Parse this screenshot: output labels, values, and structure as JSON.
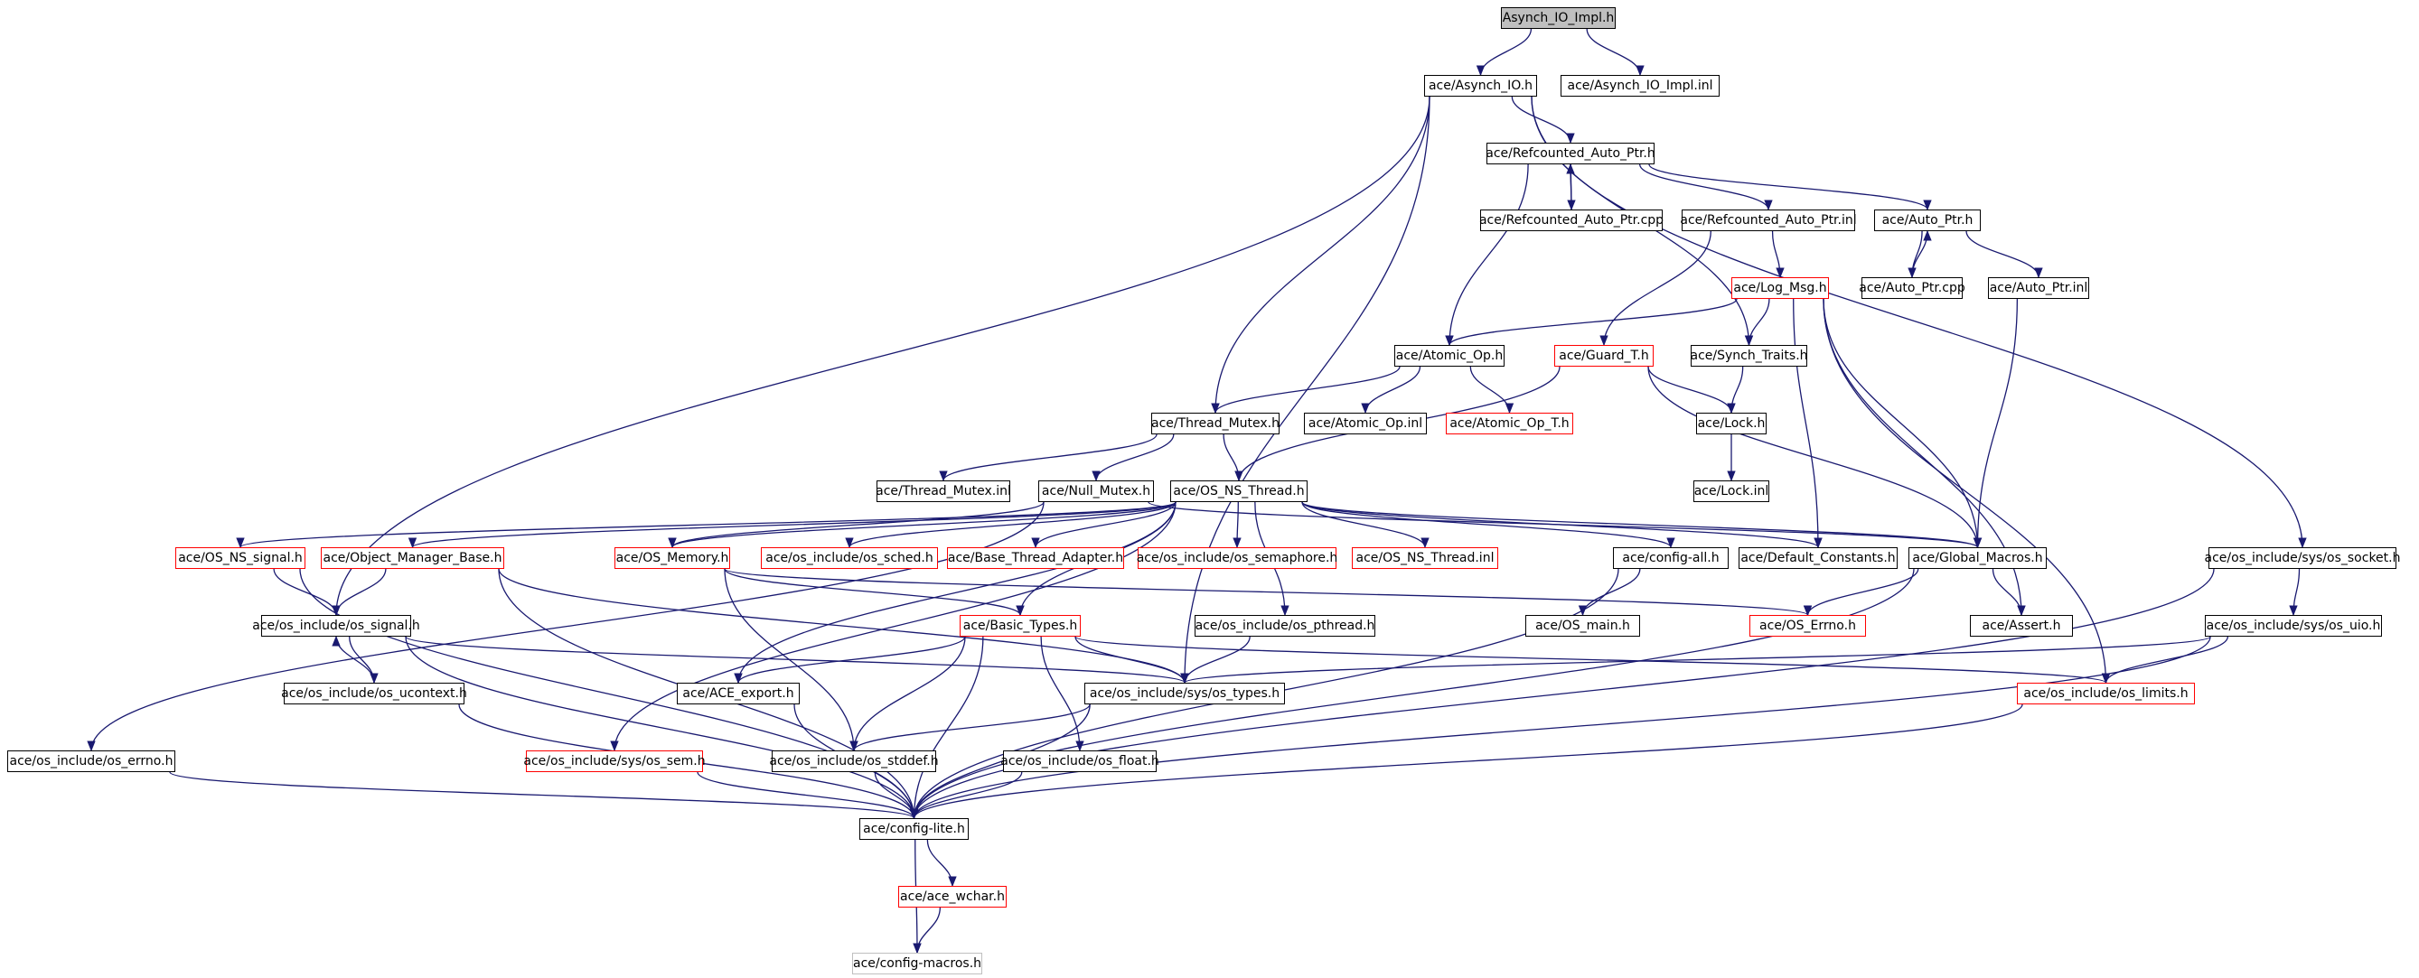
{
  "diagram": {
    "title": "",
    "colors": {
      "edge": "#191970",
      "node_border": "#000000",
      "incomplete_border": "#ff0000",
      "missing_border": "#bfbfbf",
      "root_fill": "#bfbfbf"
    },
    "nodes": [
      {
        "id": "root",
        "label": "Asynch_IO_Impl.h",
        "style": "root"
      },
      {
        "id": "asynch_io",
        "label": "ace/Asynch_IO.h",
        "style": "normal"
      },
      {
        "id": "asynch_impl_inl",
        "label": "ace/Asynch_IO_Impl.inl",
        "style": "normal"
      },
      {
        "id": "refptr_h",
        "label": "ace/Refcounted_Auto_Ptr.h",
        "style": "normal"
      },
      {
        "id": "refptr_cpp",
        "label": "ace/Refcounted_Auto_Ptr.cpp",
        "style": "normal"
      },
      {
        "id": "refptr_inl",
        "label": "ace/Refcounted_Auto_Ptr.inl",
        "style": "normal"
      },
      {
        "id": "autoptr_h",
        "label": "ace/Auto_Ptr.h",
        "style": "normal"
      },
      {
        "id": "autoptr_cpp",
        "label": "ace/Auto_Ptr.cpp",
        "style": "normal"
      },
      {
        "id": "autoptr_inl",
        "label": "ace/Auto_Ptr.inl",
        "style": "normal"
      },
      {
        "id": "logmsg",
        "label": "ace/Log_Msg.h",
        "style": "red"
      },
      {
        "id": "atomic_h",
        "label": "ace/Atomic_Op.h",
        "style": "normal"
      },
      {
        "id": "guard_t",
        "label": "ace/Guard_T.h",
        "style": "red"
      },
      {
        "id": "synch_traits",
        "label": "ace/Synch_Traits.h",
        "style": "normal"
      },
      {
        "id": "thread_mutex",
        "label": "ace/Thread_Mutex.h",
        "style": "normal"
      },
      {
        "id": "atomic_inl",
        "label": "ace/Atomic_Op.inl",
        "style": "normal"
      },
      {
        "id": "atomic_t",
        "label": "ace/Atomic_Op_T.h",
        "style": "red"
      },
      {
        "id": "lock_h",
        "label": "ace/Lock.h",
        "style": "normal"
      },
      {
        "id": "thread_mutex_inl",
        "label": "ace/Thread_Mutex.inl",
        "style": "normal"
      },
      {
        "id": "null_mutex",
        "label": "ace/Null_Mutex.h",
        "style": "normal"
      },
      {
        "id": "os_ns_thread",
        "label": "ace/OS_NS_Thread.h",
        "style": "normal"
      },
      {
        "id": "lock_inl",
        "label": "ace/Lock.inl",
        "style": "normal"
      },
      {
        "id": "os_ns_signal",
        "label": "ace/OS_NS_signal.h",
        "style": "red"
      },
      {
        "id": "obj_mgr_base",
        "label": "ace/Object_Manager_Base.h",
        "style": "red"
      },
      {
        "id": "os_memory",
        "label": "ace/OS_Memory.h",
        "style": "red"
      },
      {
        "id": "os_sched",
        "label": "ace/os_include/os_sched.h",
        "style": "red"
      },
      {
        "id": "base_thread_adapter",
        "label": "ace/Base_Thread_Adapter.h",
        "style": "red"
      },
      {
        "id": "os_semaphore",
        "label": "ace/os_include/os_semaphore.h",
        "style": "red"
      },
      {
        "id": "os_ns_thread_inl",
        "label": "ace/OS_NS_Thread.inl",
        "style": "red"
      },
      {
        "id": "config_all",
        "label": "ace/config-all.h",
        "style": "normal"
      },
      {
        "id": "default_constants",
        "label": "ace/Default_Constants.h",
        "style": "normal"
      },
      {
        "id": "global_macros",
        "label": "ace/Global_Macros.h",
        "style": "normal"
      },
      {
        "id": "os_socket",
        "label": "ace/os_include/sys/os_socket.h",
        "style": "normal"
      },
      {
        "id": "os_signal",
        "label": "ace/os_include/os_signal.h",
        "style": "normal"
      },
      {
        "id": "basic_types",
        "label": "ace/Basic_Types.h",
        "style": "red"
      },
      {
        "id": "os_pthread",
        "label": "ace/os_include/os_pthread.h",
        "style": "normal"
      },
      {
        "id": "os_main",
        "label": "ace/OS_main.h",
        "style": "normal"
      },
      {
        "id": "os_errno_cap",
        "label": "ace/OS_Errno.h",
        "style": "red"
      },
      {
        "id": "assert_h",
        "label": "ace/Assert.h",
        "style": "normal"
      },
      {
        "id": "os_uio",
        "label": "ace/os_include/sys/os_uio.h",
        "style": "normal"
      },
      {
        "id": "os_ucontext",
        "label": "ace/os_include/os_ucontext.h",
        "style": "normal"
      },
      {
        "id": "ace_export",
        "label": "ace/ACE_export.h",
        "style": "normal"
      },
      {
        "id": "os_types",
        "label": "ace/os_include/sys/os_types.h",
        "style": "normal"
      },
      {
        "id": "os_limits",
        "label": "ace/os_include/os_limits.h",
        "style": "red"
      },
      {
        "id": "os_errno",
        "label": "ace/os_include/os_errno.h",
        "style": "normal"
      },
      {
        "id": "os_sem",
        "label": "ace/os_include/sys/os_sem.h",
        "style": "red"
      },
      {
        "id": "os_stddef",
        "label": "ace/os_include/os_stddef.h",
        "style": "normal"
      },
      {
        "id": "os_float",
        "label": "ace/os_include/os_float.h",
        "style": "normal"
      },
      {
        "id": "config_lite",
        "label": "ace/config-lite.h",
        "style": "normal"
      },
      {
        "id": "ace_wchar",
        "label": "ace/ace_wchar.h",
        "style": "red"
      },
      {
        "id": "config_macros",
        "label": "ace/config-macros.h",
        "style": "gray"
      }
    ],
    "edges": [
      [
        "root",
        "asynch_io"
      ],
      [
        "root",
        "asynch_impl_inl"
      ],
      [
        "asynch_io",
        "refptr_h"
      ],
      [
        "asynch_io",
        "thread_mutex"
      ],
      [
        "asynch_io",
        "os_signal"
      ],
      [
        "asynch_io",
        "synch_traits"
      ],
      [
        "asynch_io",
        "os_types"
      ],
      [
        "asynch_io",
        "os_socket"
      ],
      [
        "refptr_h",
        "refptr_cpp"
      ],
      [
        "refptr_cpp",
        "refptr_h"
      ],
      [
        "refptr_h",
        "refptr_inl"
      ],
      [
        "refptr_h",
        "autoptr_h"
      ],
      [
        "refptr_h",
        "atomic_h"
      ],
      [
        "refptr_inl",
        "logmsg"
      ],
      [
        "refptr_inl",
        "guard_t"
      ],
      [
        "autoptr_h",
        "autoptr_cpp"
      ],
      [
        "autoptr_cpp",
        "autoptr_h"
      ],
      [
        "autoptr_h",
        "autoptr_inl"
      ],
      [
        "autoptr_inl",
        "global_macros"
      ],
      [
        "logmsg",
        "atomic_h"
      ],
      [
        "logmsg",
        "synch_traits"
      ],
      [
        "logmsg",
        "default_constants"
      ],
      [
        "logmsg",
        "global_macros"
      ],
      [
        "logmsg",
        "assert_h"
      ],
      [
        "logmsg",
        "os_limits"
      ],
      [
        "atomic_h",
        "thread_mutex"
      ],
      [
        "atomic_h",
        "atomic_inl"
      ],
      [
        "atomic_h",
        "atomic_t"
      ],
      [
        "guard_t",
        "lock_h"
      ],
      [
        "guard_t",
        "os_ns_thread"
      ],
      [
        "guard_t",
        "global_macros"
      ],
      [
        "synch_traits",
        "lock_h"
      ],
      [
        "lock_h",
        "lock_inl"
      ],
      [
        "thread_mutex",
        "thread_mutex_inl"
      ],
      [
        "thread_mutex",
        "null_mutex"
      ],
      [
        "thread_mutex",
        "os_ns_thread"
      ],
      [
        "null_mutex",
        "global_macros"
      ],
      [
        "null_mutex",
        "os_memory"
      ],
      [
        "null_mutex",
        "os_errno"
      ],
      [
        "os_ns_thread",
        "os_ns_signal"
      ],
      [
        "os_ns_thread",
        "obj_mgr_base"
      ],
      [
        "os_ns_thread",
        "os_memory"
      ],
      [
        "os_ns_thread",
        "os_sched"
      ],
      [
        "os_ns_thread",
        "base_thread_adapter"
      ],
      [
        "os_ns_thread",
        "os_semaphore"
      ],
      [
        "os_ns_thread",
        "os_ns_thread_inl"
      ],
      [
        "os_ns_thread",
        "config_all"
      ],
      [
        "os_ns_thread",
        "default_constants"
      ],
      [
        "os_ns_thread",
        "global_macros"
      ],
      [
        "os_ns_thread",
        "basic_types"
      ],
      [
        "os_ns_thread",
        "os_pthread"
      ],
      [
        "os_ns_thread",
        "os_sem"
      ],
      [
        "os_ns_thread",
        "ace_export"
      ],
      [
        "os_ns_signal",
        "os_signal"
      ],
      [
        "os_ns_signal",
        "config_lite"
      ],
      [
        "obj_mgr_base",
        "os_signal"
      ],
      [
        "obj_mgr_base",
        "os_types"
      ],
      [
        "obj_mgr_base",
        "config_lite"
      ],
      [
        "os_memory",
        "basic_types"
      ],
      [
        "os_memory",
        "os_errno_cap"
      ],
      [
        "os_memory",
        "os_stddef"
      ],
      [
        "config_all",
        "os_main"
      ],
      [
        "config_all",
        "config_lite"
      ],
      [
        "global_macros",
        "os_errno_cap"
      ],
      [
        "global_macros",
        "assert_h"
      ],
      [
        "global_macros",
        "config_lite"
      ],
      [
        "os_socket",
        "os_uio"
      ],
      [
        "os_socket",
        "config_lite"
      ],
      [
        "os_uio",
        "os_types"
      ],
      [
        "os_uio",
        "os_limits"
      ],
      [
        "os_uio",
        "config_lite"
      ],
      [
        "os_signal",
        "os_ucontext"
      ],
      [
        "os_ucontext",
        "os_signal"
      ],
      [
        "os_signal",
        "os_types"
      ],
      [
        "os_signal",
        "config_lite"
      ],
      [
        "basic_types",
        "ace_export"
      ],
      [
        "basic_types",
        "os_types"
      ],
      [
        "basic_types",
        "os_stddef"
      ],
      [
        "basic_types",
        "os_float"
      ],
      [
        "basic_types",
        "os_limits"
      ],
      [
        "basic_types",
        "config_lite"
      ],
      [
        "os_pthread",
        "os_types"
      ],
      [
        "os_ucontext",
        "config_lite"
      ],
      [
        "ace_export",
        "config_lite"
      ],
      [
        "os_types",
        "os_stddef"
      ],
      [
        "os_types",
        "config_lite"
      ],
      [
        "os_limits",
        "config_lite"
      ],
      [
        "os_errno",
        "config_lite"
      ],
      [
        "os_sem",
        "config_lite"
      ],
      [
        "os_stddef",
        "config_lite"
      ],
      [
        "os_float",
        "config_lite"
      ],
      [
        "config_lite",
        "ace_wchar"
      ],
      [
        "config_lite",
        "config_macros"
      ],
      [
        "ace_wchar",
        "config_macros"
      ]
    ]
  }
}
